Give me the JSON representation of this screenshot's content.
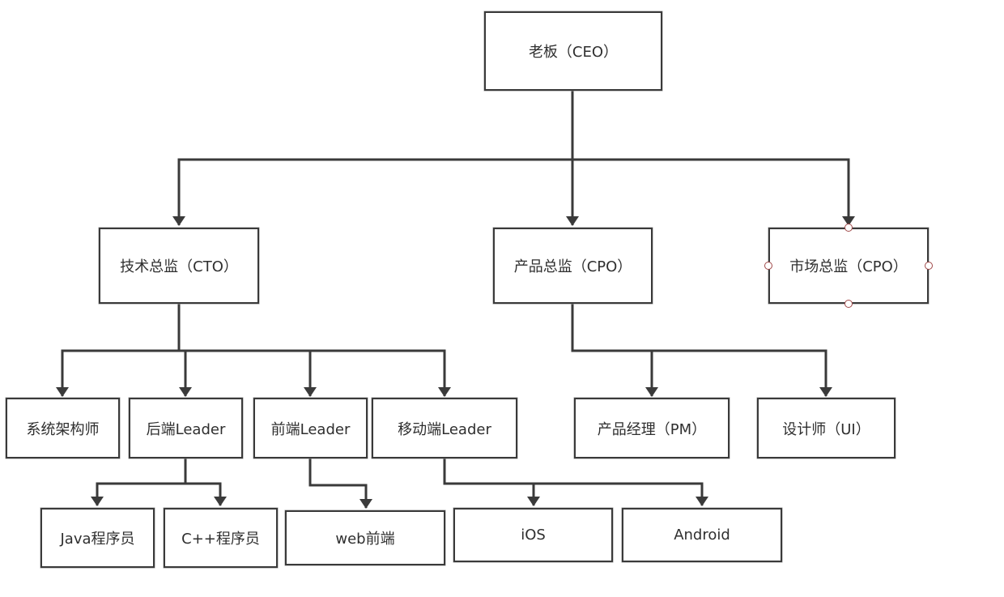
{
  "nodes": {
    "ceo": "老板（CEO）",
    "cto": "技术总监（CTO）",
    "cpo": "产品总监（CPO）",
    "cmo": "市场总监（CPO）",
    "architect": "系统架构师",
    "backend_leader": "后端Leader",
    "frontend_leader": "前端Leader",
    "mobile_leader": "移动端Leader",
    "pm": "产品经理（PM）",
    "designer": "设计师（UI）",
    "java": "Java程序员",
    "cpp": "C++程序员",
    "web": "web前端",
    "ios": "iOS",
    "android": "Android"
  },
  "colors": {
    "line": "#3a3a3a",
    "box_border": "#3a3a3a",
    "text": "#2f2f2f",
    "selection_handle": "#a04848"
  }
}
